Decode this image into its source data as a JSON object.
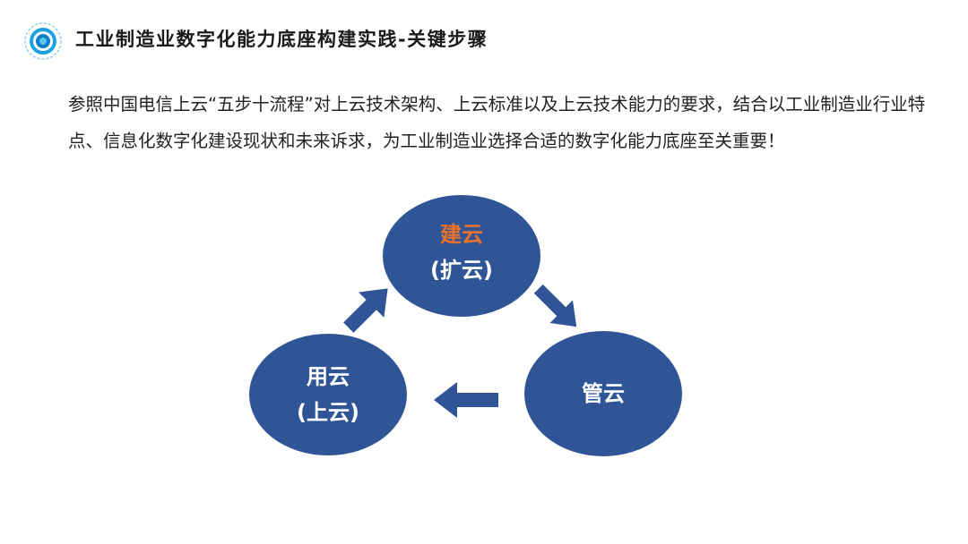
{
  "header": {
    "title": "工业制造业数字化能力底座构建实践-关键步骤",
    "logo_icon": "target-circle-icon"
  },
  "intro": {
    "text": "参照中国电信上云“五步十流程”对上云技术架构、上云标准以及上云技术能力的要求，结合以工业制造业行业特点、信息化数字化建设现状和未来诉求，为工业制造业选择合适的数字化能力底座至关重要！"
  },
  "cycle": {
    "nodes": [
      {
        "id": "build",
        "line1": "建云",
        "line2": "(扩云)"
      },
      {
        "id": "manage",
        "line1": "管云",
        "line2": ""
      },
      {
        "id": "use",
        "line1": "用云",
        "line2": "(上云)"
      }
    ],
    "arrows": [
      "build-to-manage",
      "manage-to-use",
      "use-to-build"
    ]
  },
  "colors": {
    "node_fill": "#2f5597",
    "arrow_fill": "#2f5597",
    "accent_text": "#e8722a",
    "node_text": "#ffffff",
    "logo": "#1aa3e0"
  }
}
